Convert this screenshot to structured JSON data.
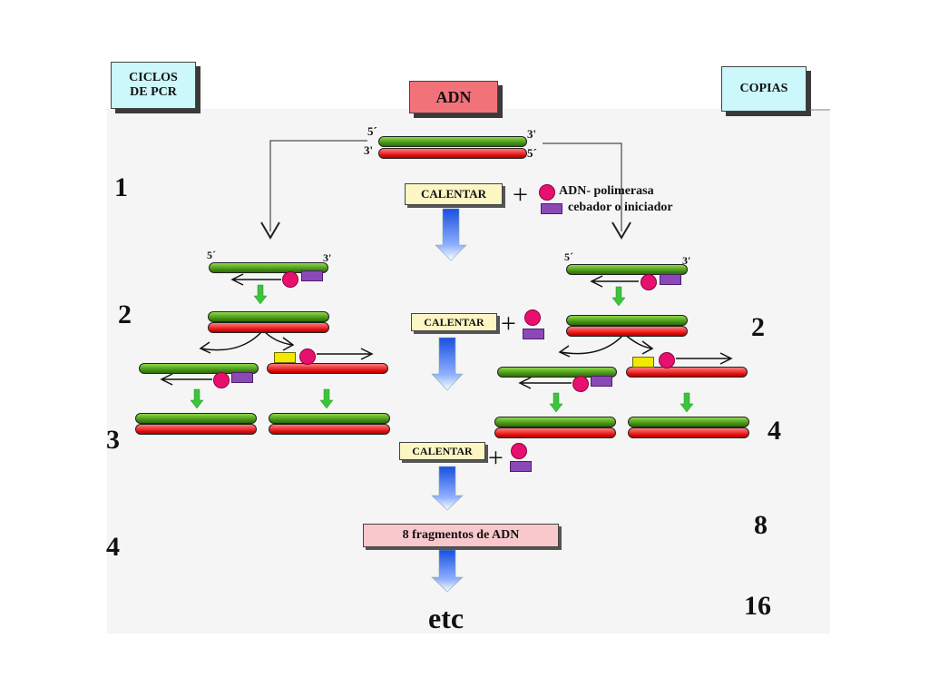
{
  "header": {
    "cycles_label_line1": "CICLOS",
    "cycles_label_line2": "DE PCR",
    "copies_label": "COPIAS",
    "dna_label": "ADN"
  },
  "strand_ends": {
    "five_prime": "5´",
    "three_prime": "3'"
  },
  "legend": {
    "heat": "CALENTAR",
    "plus": "+",
    "polymerase": "ADN- polimerasa",
    "primer": "cebador o iniciador"
  },
  "cycles": [
    "1",
    "2",
    "3",
    "4"
  ],
  "copies": [
    "2",
    "4",
    "8",
    "16"
  ],
  "result_label": "8 fragmentos de ADN",
  "etc_label": "etc",
  "colors": {
    "template_strand": "#3f8d12",
    "new_strand": "#e11010",
    "polymerase": "#e8106e",
    "primer": "#8b49b8",
    "heat_arrow": "#2a63e6",
    "green_arrow": "#3cc43c"
  }
}
